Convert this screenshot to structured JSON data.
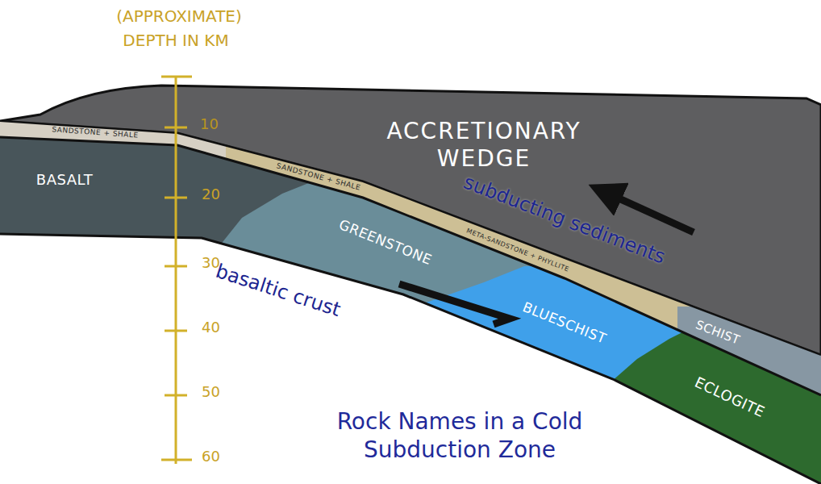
{
  "diagram": {
    "title": "Rock Names in a Cold Subduction Zone",
    "nodes": [
      {
        "text": [
          "ACCRETIONARY WEDGE"
        ]
      },
      {
        "text": [
          "SANDSTONE + SHALE"
        ]
      },
      {
        "text": [
          "SANDSTONE + SHALE"
        ]
      },
      {
        "text": [
          "META-SANDSTONE + PHYLLITE"
        ]
      },
      {
        "text": [
          "BASALT"
        ]
      },
      {
        "text": [
          "GREENSTONE"
        ]
      },
      {
        "text": [
          "BLUESCHIST"
        ]
      },
      {
        "text": [
          "SCHIST"
        ]
      },
      {
        "text": [
          "ECLOGITE"
        ]
      }
    ],
    "labels": [
      "(APPROXIMATE)",
      "DEPTH IN KM",
      "10",
      "20",
      "30",
      "40",
      "50",
      "60",
      "subducting sediments",
      "basaltic crust"
    ]
  }
}
